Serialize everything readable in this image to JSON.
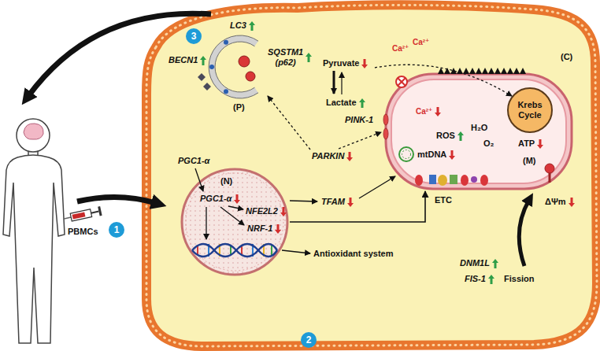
{
  "diagram": {
    "nodes": [
      {
        "text": [
          "(C)"
        ]
      },
      {
        "text": [
          "(N)",
          "PGC1-α",
          "NFE2L2",
          "NRF-1"
        ],
        "in": 0
      },
      {
        "text": [
          "(M)",
          "Ca²⁺",
          "ROS",
          "H₂O",
          "O₂",
          "mtDNA",
          "ATP"
        ],
        "in": 0
      },
      {
        "text": [
          "Krebs Cycle"
        ],
        "in": 2
      }
    ],
    "edges": [
      {
        "from": 1,
        "to": 2,
        "arrow": "to"
      }
    ],
    "labels": [
      "PBMCs",
      "1",
      "2",
      "3",
      "LC3",
      "BECN1",
      "SQSTM1 (p62)",
      "(P)",
      "Pyruvate",
      "Lactate",
      "Ca²⁺",
      "Ca²⁺",
      "PINK-1",
      "PARKIN",
      "PGC1-α",
      "TFAM",
      "Antioxidant system",
      "ETC",
      "ΔΨm",
      "DNM1L",
      "FIS-1",
      "Fission"
    ]
  }
}
